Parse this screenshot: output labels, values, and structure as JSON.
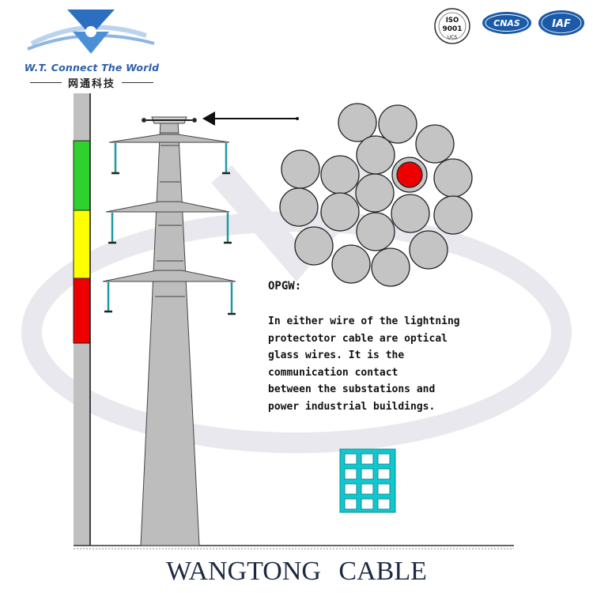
{
  "brand": {
    "slogan": "W.T. Connect The World",
    "chinese_name": "网通科技",
    "logo_icon": "wt-swoosh-logo-icon"
  },
  "certifications": {
    "iso_name": "ISO",
    "iso_number": "9001",
    "iso_issuer": "UCS",
    "cnas_label": "CNAS",
    "iaf_label": "IAF"
  },
  "diagram": {
    "title": "OPGW:",
    "description_lines": [
      "In either wire of the lightning",
      "protectotor cable are optical",
      "glass wires. It is the",
      "communication contact",
      "between the substations and",
      "power industrial buildings."
    ]
  },
  "colors": {
    "pole_gray": "#c0c0c0",
    "zone_green": "#2fd12f",
    "zone_yellow": "#ffff00",
    "zone_red": "#ee0000",
    "strand_gray": "#c4c4c4",
    "fiber_red": "#ee0000",
    "building_cyan": "#12c6cf",
    "brand_blue": "#2c5fa8"
  },
  "footer": {
    "title": "WANGTONG   CABLE"
  }
}
